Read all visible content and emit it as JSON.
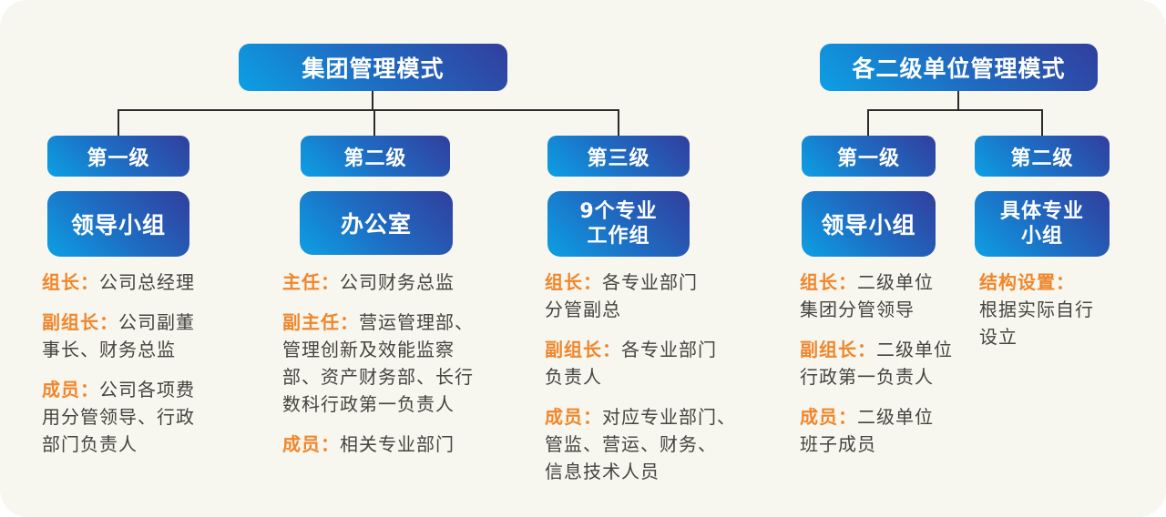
{
  "palette": {
    "background": "#F7F7EF",
    "box_gradient_start": "#0CA0E4",
    "box_gradient_end": "#323E9D",
    "connector_line": "#2B2B2B",
    "label_orange": "#F0862C",
    "body_text": "#45453F"
  },
  "left_tree": {
    "title": "集团管理模式",
    "levels": [
      "第一级",
      "第二级",
      "第三级"
    ],
    "groups": [
      {
        "line1": "领导小组"
      },
      {
        "line1": "办公室"
      },
      {
        "line1": "9个专业",
        "line2": "工作组"
      }
    ]
  },
  "right_tree": {
    "title": "各二级单位管理模式",
    "levels": [
      "第一级",
      "第二级"
    ],
    "groups": [
      {
        "line1": "领导小组"
      },
      {
        "line1": "具体专业",
        "line2": "小组"
      }
    ]
  },
  "details": [
    {
      "paragraphs": [
        {
          "label": "组长：",
          "lines": [
            "公司总经理"
          ]
        },
        {
          "label": "副组长：",
          "lines": [
            "公司副董",
            "事长、财务总监"
          ]
        },
        {
          "label": "成员：",
          "lines": [
            "公司各项费",
            "用分管领导、行政",
            "部门负责人"
          ]
        }
      ]
    },
    {
      "paragraphs": [
        {
          "label": "主任：",
          "lines": [
            "公司财务总监"
          ]
        },
        {
          "label": "副主任：",
          "lines": [
            "营运管理部、",
            "管理创新及效能监察",
            "部、资产财务部、长行",
            "数科行政第一负责人"
          ]
        },
        {
          "label": "成员：",
          "lines": [
            "相关专业部门"
          ]
        }
      ]
    },
    {
      "paragraphs": [
        {
          "label": "组长：",
          "lines": [
            "各专业部门",
            "分管副总"
          ]
        },
        {
          "label": "副组长：",
          "lines": [
            "各专业部门",
            "负责人"
          ]
        },
        {
          "label": "成员：",
          "lines": [
            "对应专业部门、",
            "管监、营运、财务、",
            "信息技术人员"
          ]
        }
      ]
    },
    {
      "paragraphs": [
        {
          "label": "组长：",
          "lines": [
            "二级单位",
            "集团分管领导"
          ]
        },
        {
          "label": "副组长：",
          "lines": [
            "二级单位",
            "行政第一负责人"
          ]
        },
        {
          "label": "成员：",
          "lines": [
            "二级单位",
            "班子成员"
          ]
        }
      ]
    },
    {
      "paragraphs": [
        {
          "label": "结构设置：",
          "lines": [
            "根据实际自行",
            "设立"
          ]
        }
      ]
    }
  ]
}
